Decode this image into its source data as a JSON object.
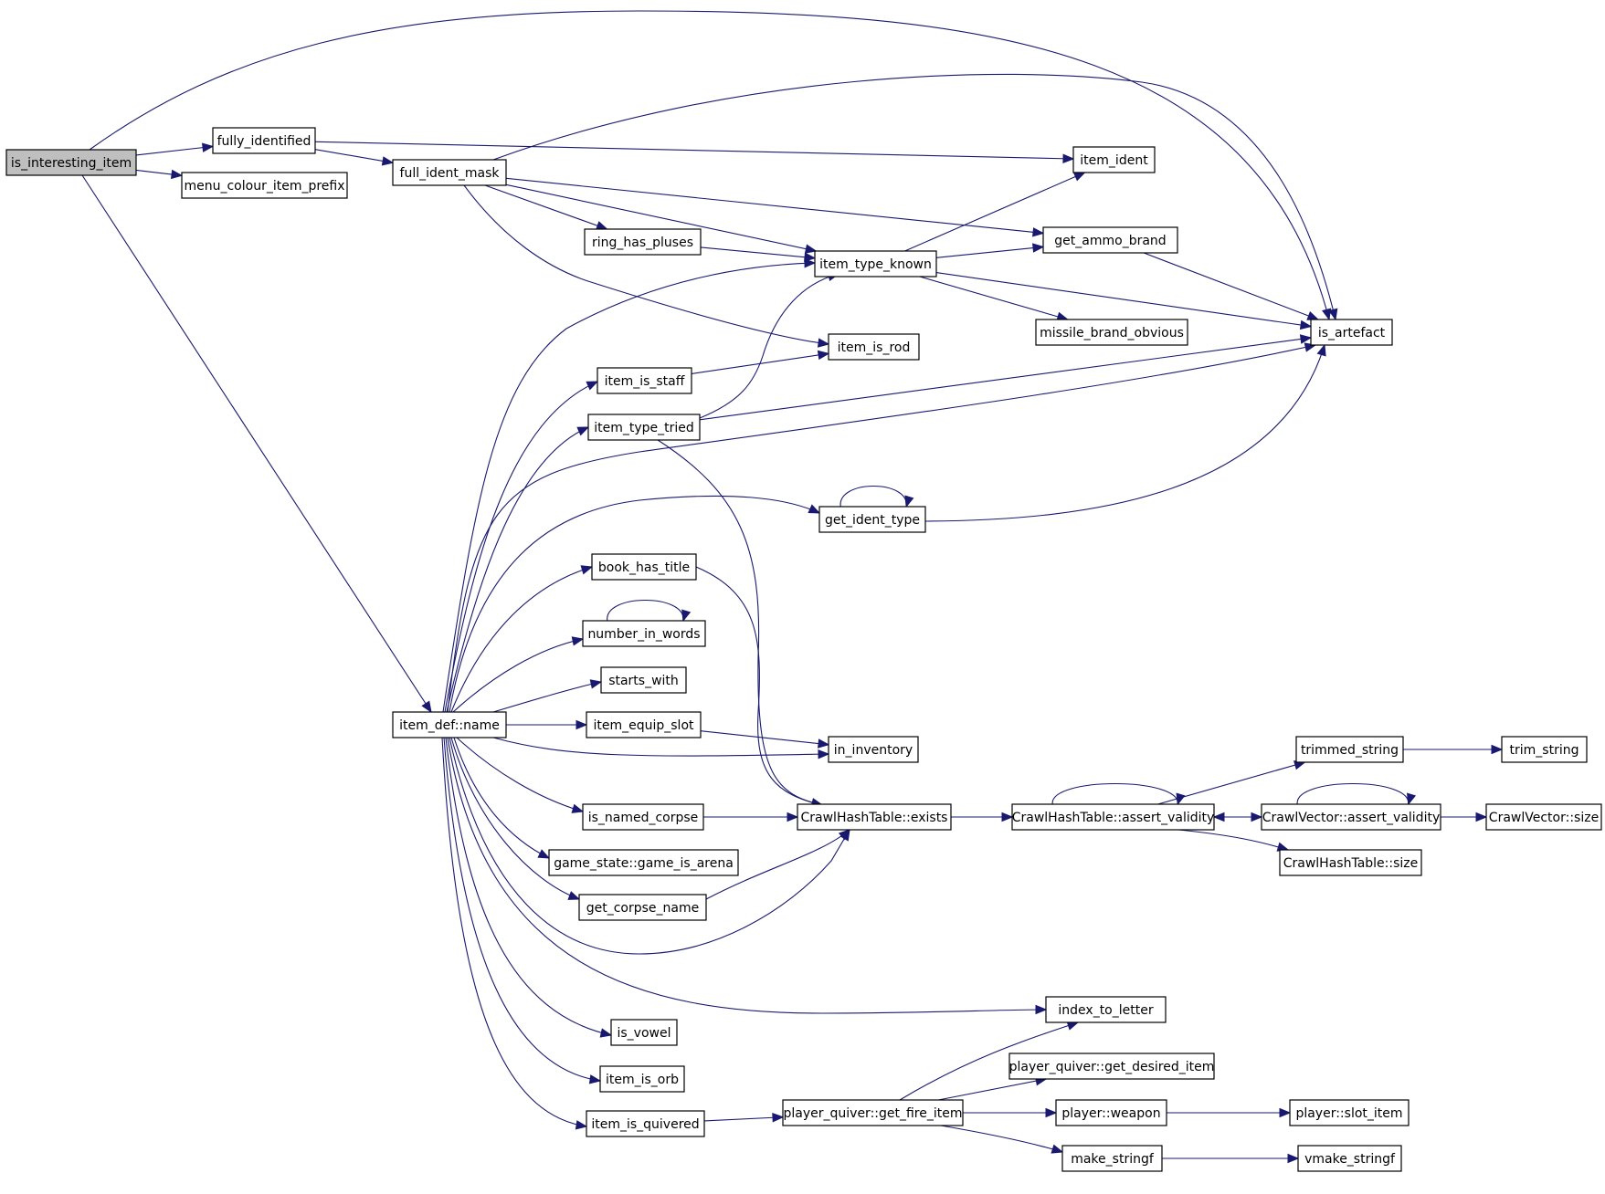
{
  "graph": {
    "root": "is_interesting_item",
    "nodes": [
      {
        "id": "n0",
        "label": "is_interesting_item"
      },
      {
        "id": "n1",
        "label": "fully_identified"
      },
      {
        "id": "n2",
        "label": "menu_colour_item_prefix"
      },
      {
        "id": "n3",
        "label": "full_ident_mask"
      },
      {
        "id": "n4",
        "label": "item_ident"
      },
      {
        "id": "n5",
        "label": "ring_has_pluses"
      },
      {
        "id": "n6",
        "label": "item_type_known"
      },
      {
        "id": "n7",
        "label": "get_ammo_brand"
      },
      {
        "id": "n8",
        "label": "missile_brand_obvious"
      },
      {
        "id": "n9",
        "label": "is_artefact"
      },
      {
        "id": "n10",
        "label": "item_is_rod"
      },
      {
        "id": "n11",
        "label": "item_is_staff"
      },
      {
        "id": "n12",
        "label": "item_type_tried"
      },
      {
        "id": "n13",
        "label": "get_ident_type"
      },
      {
        "id": "n14",
        "label": "book_has_title"
      },
      {
        "id": "n15",
        "label": "number_in_words"
      },
      {
        "id": "n16",
        "label": "starts_with"
      },
      {
        "id": "n17",
        "label": "item_def::name"
      },
      {
        "id": "n18",
        "label": "item_equip_slot"
      },
      {
        "id": "n19",
        "label": "in_inventory"
      },
      {
        "id": "n20",
        "label": "is_named_corpse"
      },
      {
        "id": "n21",
        "label": "CrawlHashTable::exists"
      },
      {
        "id": "n22",
        "label": "CrawlHashTable::assert_validity"
      },
      {
        "id": "n23",
        "label": "trimmed_string"
      },
      {
        "id": "n24",
        "label": "trim_string"
      },
      {
        "id": "n25",
        "label": "CrawlVector::assert_validity"
      },
      {
        "id": "n26",
        "label": "CrawlVector::size"
      },
      {
        "id": "n27",
        "label": "CrawlHashTable::size"
      },
      {
        "id": "n28",
        "label": "game_state::game_is_arena"
      },
      {
        "id": "n29",
        "label": "get_corpse_name"
      },
      {
        "id": "n30",
        "label": "index_to_letter"
      },
      {
        "id": "n31",
        "label": "is_vowel"
      },
      {
        "id": "n32",
        "label": "player_quiver::get_desired_item"
      },
      {
        "id": "n33",
        "label": "item_is_orb"
      },
      {
        "id": "n34",
        "label": "item_is_quivered"
      },
      {
        "id": "n35",
        "label": "player_quiver::get_fire_item"
      },
      {
        "id": "n36",
        "label": "player::weapon"
      },
      {
        "id": "n37",
        "label": "player::slot_item"
      },
      {
        "id": "n38",
        "label": "make_stringf"
      },
      {
        "id": "n39",
        "label": "vmake_stringf"
      }
    ],
    "edges": [
      {
        "from": "n0",
        "to": "n9"
      },
      {
        "from": "n0",
        "to": "n1"
      },
      {
        "from": "n0",
        "to": "n2"
      },
      {
        "from": "n0",
        "to": "n17"
      },
      {
        "from": "n1",
        "to": "n4"
      },
      {
        "from": "n1",
        "to": "n3"
      },
      {
        "from": "n3",
        "to": "n9"
      },
      {
        "from": "n3",
        "to": "n7"
      },
      {
        "from": "n3",
        "to": "n6"
      },
      {
        "from": "n3",
        "to": "n5"
      },
      {
        "from": "n3",
        "to": "n10"
      },
      {
        "from": "n5",
        "to": "n6"
      },
      {
        "from": "n6",
        "to": "n4"
      },
      {
        "from": "n6",
        "to": "n7"
      },
      {
        "from": "n6",
        "to": "n9"
      },
      {
        "from": "n6",
        "to": "n8"
      },
      {
        "from": "n7",
        "to": "n9"
      },
      {
        "from": "n11",
        "to": "n10"
      },
      {
        "from": "n12",
        "to": "n6"
      },
      {
        "from": "n12",
        "to": "n9"
      },
      {
        "from": "n12",
        "to": "n21"
      },
      {
        "from": "n13",
        "to": "n13"
      },
      {
        "from": "n13",
        "to": "n9"
      },
      {
        "from": "n14",
        "to": "n21"
      },
      {
        "from": "n15",
        "to": "n15"
      },
      {
        "from": "n17",
        "to": "n6"
      },
      {
        "from": "n17",
        "to": "n11"
      },
      {
        "from": "n17",
        "to": "n12"
      },
      {
        "from": "n17",
        "to": "n9"
      },
      {
        "from": "n17",
        "to": "n13"
      },
      {
        "from": "n17",
        "to": "n14"
      },
      {
        "from": "n17",
        "to": "n15"
      },
      {
        "from": "n17",
        "to": "n16"
      },
      {
        "from": "n17",
        "to": "n18"
      },
      {
        "from": "n17",
        "to": "n19"
      },
      {
        "from": "n17",
        "to": "n20"
      },
      {
        "from": "n17",
        "to": "n28"
      },
      {
        "from": "n17",
        "to": "n29"
      },
      {
        "from": "n17",
        "to": "n21"
      },
      {
        "from": "n17",
        "to": "n30"
      },
      {
        "from": "n17",
        "to": "n31"
      },
      {
        "from": "n17",
        "to": "n33"
      },
      {
        "from": "n17",
        "to": "n34"
      },
      {
        "from": "n18",
        "to": "n19"
      },
      {
        "from": "n20",
        "to": "n21"
      },
      {
        "from": "n29",
        "to": "n21"
      },
      {
        "from": "n21",
        "to": "n22"
      },
      {
        "from": "n22",
        "to": "n22"
      },
      {
        "from": "n22",
        "to": "n23"
      },
      {
        "from": "n22",
        "to": "n25"
      },
      {
        "from": "n22",
        "to": "n27"
      },
      {
        "from": "n23",
        "to": "n24"
      },
      {
        "from": "n25",
        "to": "n25"
      },
      {
        "from": "n25",
        "to": "n22"
      },
      {
        "from": "n25",
        "to": "n26"
      },
      {
        "from": "n34",
        "to": "n35"
      },
      {
        "from": "n35",
        "to": "n30"
      },
      {
        "from": "n35",
        "to": "n32"
      },
      {
        "from": "n35",
        "to": "n36"
      },
      {
        "from": "n35",
        "to": "n38"
      },
      {
        "from": "n36",
        "to": "n37"
      },
      {
        "from": "n38",
        "to": "n39"
      }
    ]
  }
}
